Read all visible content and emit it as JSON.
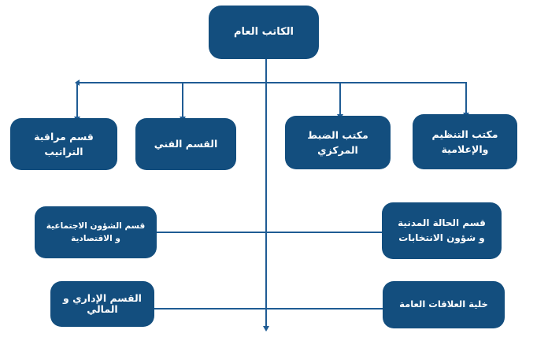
{
  "diagram": {
    "title": "الكاتب العام",
    "type": "organizational-chart",
    "direction": "rtl",
    "colors": {
      "node_fill": "#134E7E",
      "node_text": "#FFFFFF",
      "connector": "#1F5C94",
      "background": "#FFFFFF"
    },
    "root": {
      "label": "الكاتب العام"
    },
    "level2": [
      {
        "label": "قسم مراقبة\nالتراتيب"
      },
      {
        "label": "القسم الفني"
      },
      {
        "label": "مكتب الضبط\nالمركزي"
      },
      {
        "label": "مكتب التنظيم\nوالإعلامية"
      }
    ],
    "level3": [
      {
        "label": "قسم الشؤون الاجتماعية\nو الاقتصادية"
      },
      {
        "label": "قسم الحالة المدنية\nو شؤون الانتخابات"
      }
    ],
    "level4": [
      {
        "label": "القسم الإداري و\nالمالي"
      },
      {
        "label": "خلية العلاقات العامة"
      }
    ]
  }
}
